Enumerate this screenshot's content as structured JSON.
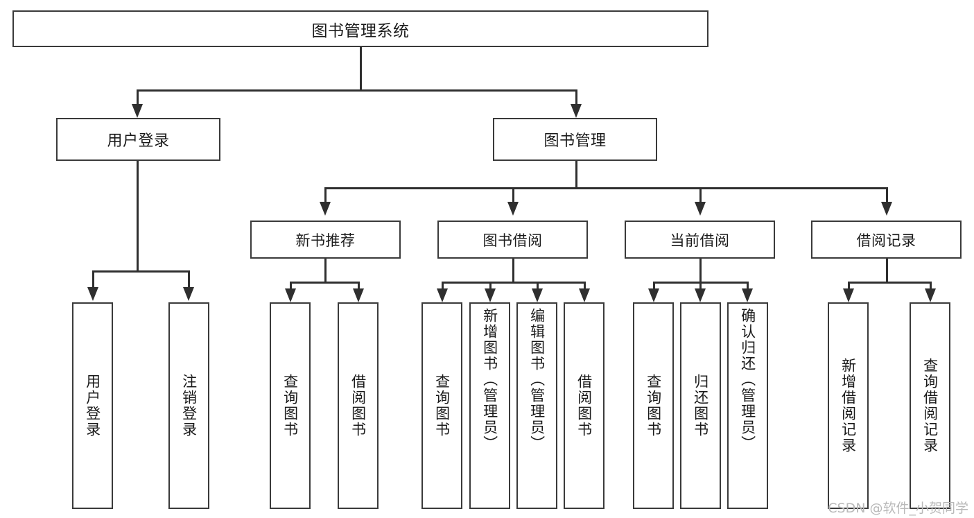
{
  "diagram": {
    "title": "图书管理系统",
    "type": "tree-hierarchy-chart",
    "root": {
      "label": "图书管理系统"
    },
    "level2": [
      {
        "label": "用户登录"
      },
      {
        "label": "图书管理"
      }
    ],
    "level3": [
      {
        "label": "新书推荐"
      },
      {
        "label": "图书借阅"
      },
      {
        "label": "当前借阅"
      },
      {
        "label": "借阅记录"
      }
    ],
    "leaves": {
      "user_login": [
        {
          "label": "用户登录"
        },
        {
          "label": "注销登录"
        }
      ],
      "new_book_recommend": [
        {
          "label": "查询图书"
        },
        {
          "label": "借阅图书"
        }
      ],
      "book_borrow": [
        {
          "label": "查询图书"
        },
        {
          "label": "新增图书（管理员）"
        },
        {
          "label": "编辑图书（管理员）"
        },
        {
          "label": "借阅图书"
        }
      ],
      "current_borrow": [
        {
          "label": "查询图书"
        },
        {
          "label": "归还图书"
        },
        {
          "label": "确认归还（管理员）"
        }
      ],
      "borrow_record": [
        {
          "label": "新增借阅记录"
        },
        {
          "label": "查询借阅记录"
        }
      ]
    }
  },
  "watermark": {
    "text": "CSDN @软件_小贺同学"
  },
  "colors": {
    "box_border": "#3a3a3a",
    "connector": "#2f2f2f",
    "text": "#1a1a1a",
    "background": "#ffffff",
    "watermark": "#b9b9b9"
  }
}
